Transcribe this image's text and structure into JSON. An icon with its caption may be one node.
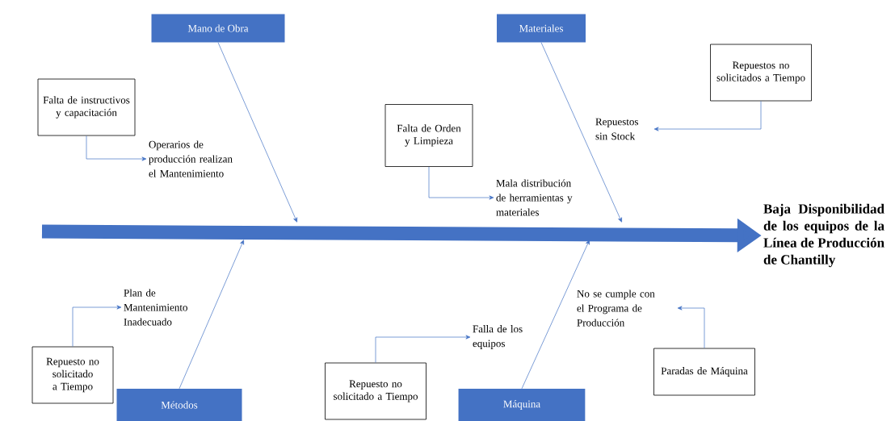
{
  "diagram": {
    "nodes": [
      {
        "text": [
          "Mano de Obra"
        ]
      },
      {
        "text": [
          "Materiales"
        ]
      },
      {
        "text": [
          "Métodos"
        ]
      },
      {
        "text": [
          "Máquina"
        ]
      },
      {
        "text": [
          "Baja Disponibilidad de los equipos de la Línea de Producción de Chantilly"
        ]
      },
      {
        "text": [
          "Falta de instructivos y capacitación"
        ]
      },
      {
        "text": [
          "Operarios de producción realizan el Mantenimiento"
        ]
      },
      {
        "text": [
          "Falta de Orden y Limpieza"
        ]
      },
      {
        "text": [
          "Mala distribución de herramientas y materiales"
        ]
      },
      {
        "text": [
          "Repuestos no solicitados a Tiempo"
        ]
      },
      {
        "text": [
          "Repuestos sin Stock"
        ]
      },
      {
        "text": [
          "Plan de Mantenimiento Inadecuado"
        ]
      },
      {
        "text": [
          "Repuesto no solicitado a Tiempo"
        ]
      },
      {
        "text": [
          "Falla de los equipos"
        ]
      },
      {
        "text": [
          "Repuesto no solicitado a Tiempo"
        ]
      },
      {
        "text": [
          "No se cumple con el Programa de Producción"
        ]
      },
      {
        "text": [
          "Paradas de Máquina"
        ]
      }
    ],
    "edges": [
      {
        "from": null,
        "to": 4,
        "arrow": "to",
        "style": "thick"
      },
      {
        "from": 0,
        "to": null,
        "arrow": "to"
      },
      {
        "from": 1,
        "to": null,
        "arrow": "to"
      },
      {
        "from": 2,
        "to": null,
        "arrow": "to"
      },
      {
        "from": 3,
        "to": null,
        "arrow": "to"
      },
      {
        "from": 5,
        "to": 6,
        "arrow": "to"
      },
      {
        "from": 7,
        "to": 8,
        "arrow": "to"
      },
      {
        "from": 9,
        "to": 10,
        "arrow": "to"
      },
      {
        "from": 12,
        "to": 11,
        "arrow": "to"
      },
      {
        "from": 14,
        "to": 13,
        "arrow": "to"
      },
      {
        "from": 16,
        "to": 15,
        "arrow": "to"
      }
    ]
  }
}
